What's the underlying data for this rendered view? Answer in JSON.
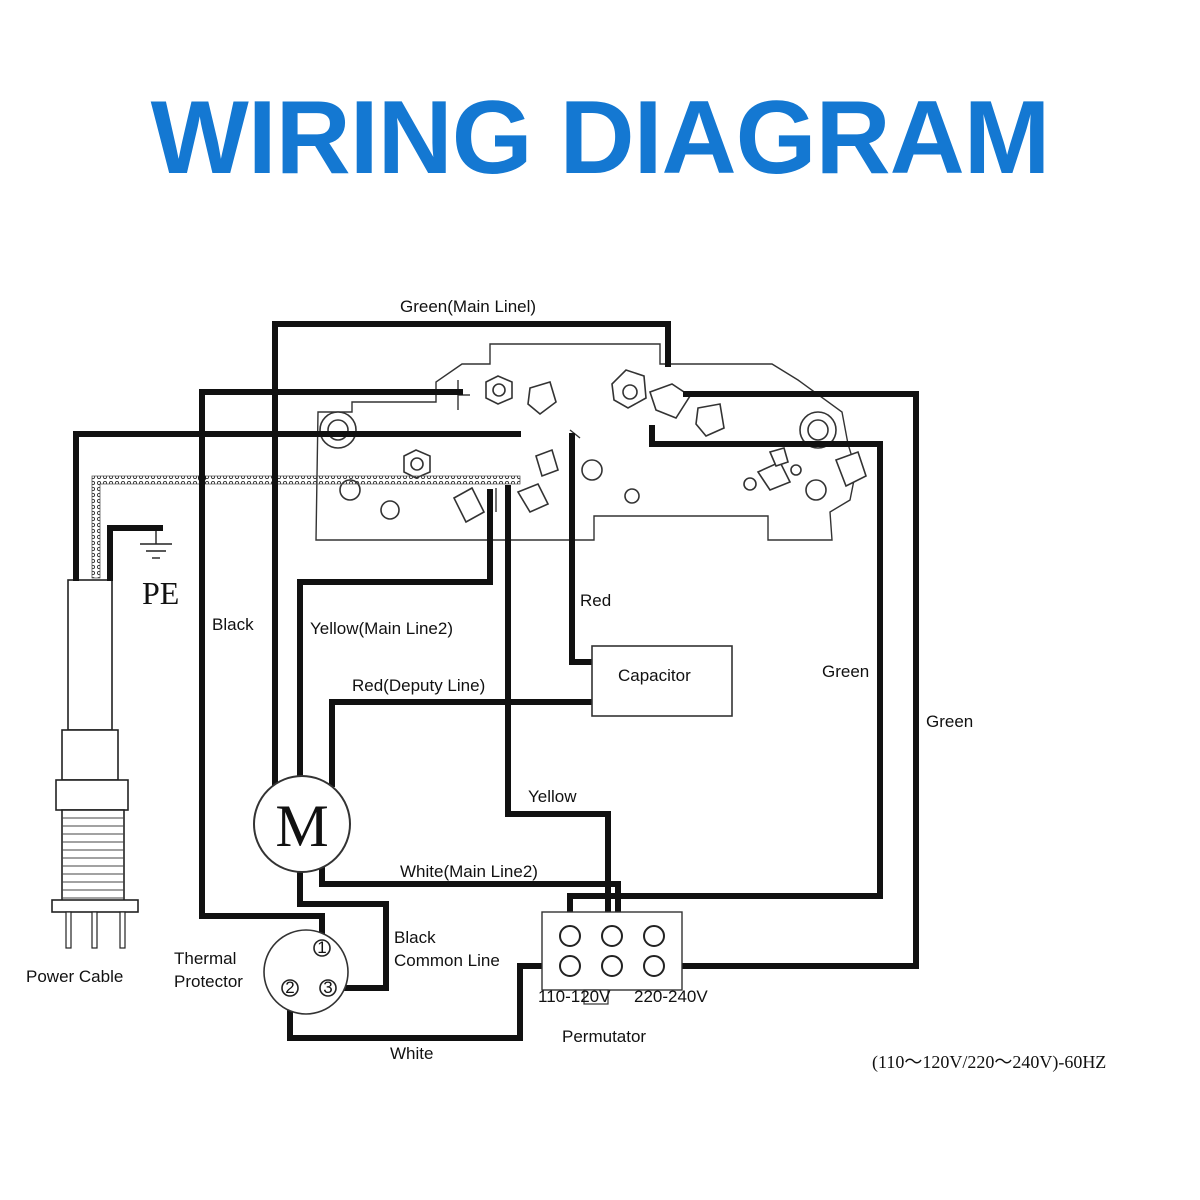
{
  "title": "WIRING DIAGRAM",
  "colors": {
    "title": "#1478d2",
    "wire": "#111111"
  },
  "icons": [
    "plug-icon",
    "ground-icon",
    "motor-icon",
    "capacitor-icon",
    "thermal-protector-icon",
    "permutator-icon"
  ],
  "labels": {
    "green_main_line1": "Green(Main Linel)",
    "black": "Black",
    "yellow_main_line2": "Yellow(Main Line2)",
    "red": "Red",
    "capacitor": "Capacitor",
    "green_inner": "Green",
    "green_outer": "Green",
    "red_deputy_line": "Red(Deputy Line)",
    "yellow": "Yellow",
    "white_main_line2": "White(Main Line2)",
    "black_common_line_1": "Black",
    "black_common_line_2": "Common Line",
    "thermal_protector_1": "Thermal",
    "thermal_protector_2": "Protector",
    "permutator": "Permutator",
    "white": "White",
    "power_cable": "Power Cable",
    "pe": "PE",
    "motor": "M",
    "terminal_1": "1",
    "terminal_2": "2",
    "terminal_3": "3",
    "permutator_left": "110-120V",
    "permutator_right": "220-240V",
    "voltage_spec": "(110～120V/220～240V)-60HZ"
  }
}
